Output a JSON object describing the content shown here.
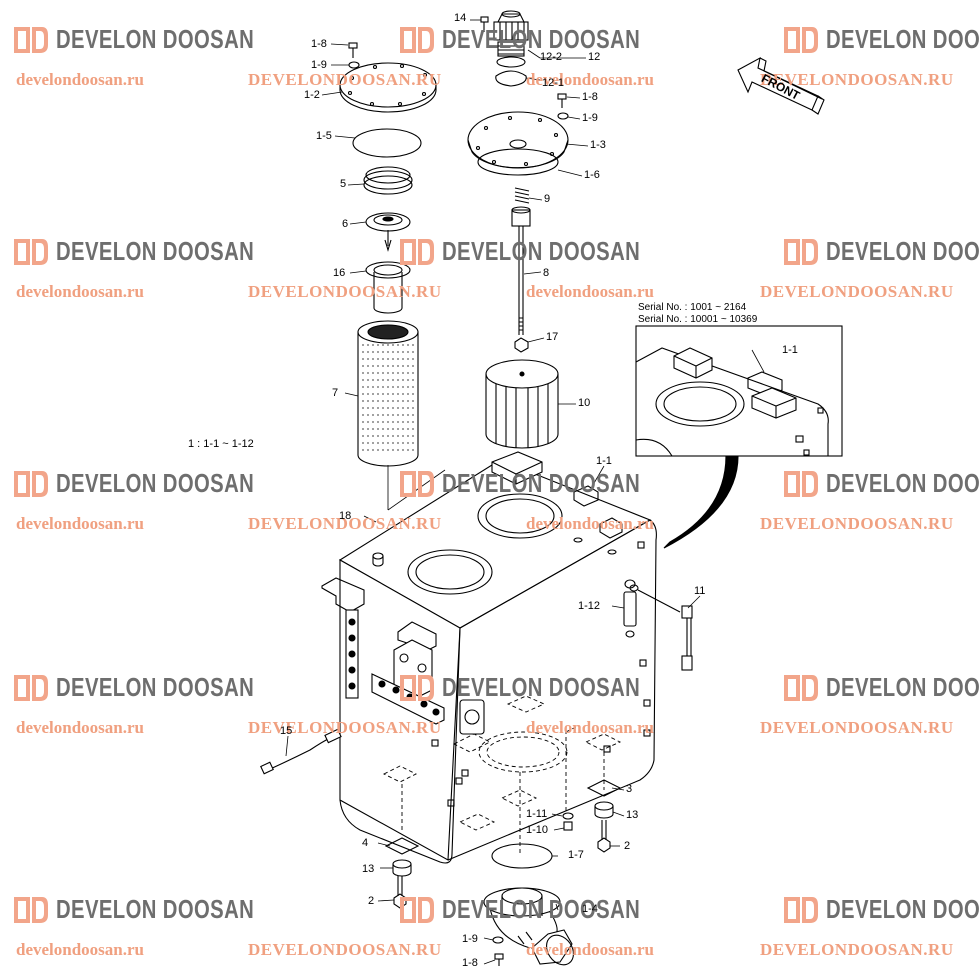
{
  "watermark": {
    "brand": "DEVELON DOOSAN",
    "url_lower": "develondoosan.ru",
    "url_upper": "DEVELONDOOSAN.RU",
    "logo_color": "#f2a58a",
    "brand_color": "#6e6e6e",
    "url_color": "#f0a080"
  },
  "front_arrow": {
    "label": "FRONT"
  },
  "note": "1 : 1-1 ~ 1-12",
  "inset": {
    "serial_1": "Serial No. : 1001 ~ 2164",
    "serial_2": "Serial No. : 10001 ~ 10369",
    "label": "1-1"
  },
  "labels": {
    "p14": "14",
    "p12": "12",
    "p12_2": "12-2",
    "p12_1": "12-1",
    "p1_8a": "1-8",
    "p1_9a": "1-9",
    "p1_2": "1-2",
    "p1_8b": "1-8",
    "p1_9b": "1-9",
    "p1_3": "1-3",
    "p1_6": "1-6",
    "p1_5": "1-5",
    "p5": "5",
    "p6": "6",
    "p9": "9",
    "p16": "16",
    "p8": "8",
    "p17": "17",
    "p7": "7",
    "p10": "10",
    "p1_1": "1-1",
    "p18": "18",
    "p1_12": "1-12",
    "p11": "11",
    "p15": "15",
    "p3": "3",
    "p13a": "13",
    "p1_11": "1-11",
    "p1_10": "1-10",
    "p2a": "2",
    "p4": "4",
    "p1_7": "1-7",
    "p13b": "13",
    "p2b": "2",
    "p1_4": "1-4",
    "p1_9c": "1-9",
    "p1_8c": "1-8"
  }
}
